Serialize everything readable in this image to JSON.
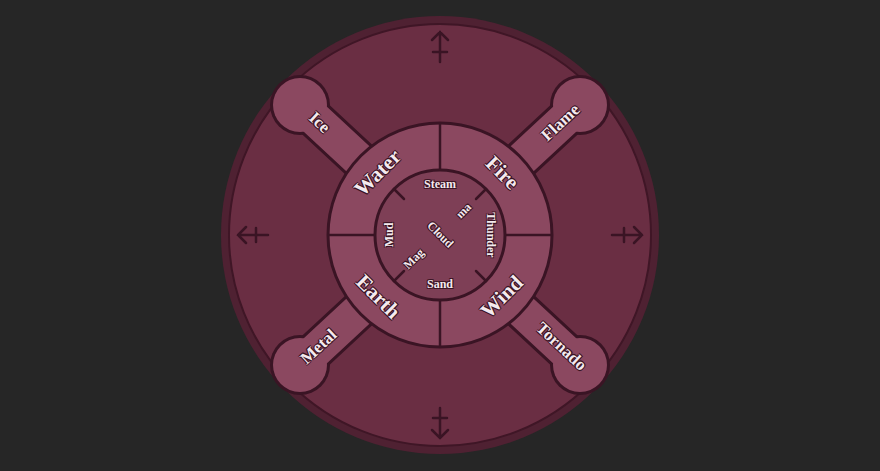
{
  "diagram": {
    "nodes": [
      {
        "text": [
          "Ice"
        ]
      },
      {
        "text": [
          "Flame"
        ]
      },
      {
        "text": [
          "Water"
        ]
      },
      {
        "text": [
          "Fire"
        ]
      },
      {
        "text": [
          "Earth"
        ]
      },
      {
        "text": [
          "Wind"
        ]
      },
      {
        "text": [
          "Metal"
        ]
      },
      {
        "text": [
          "Tornado"
        ]
      },
      {
        "text": [
          "Steam",
          "Mud",
          "Cloud",
          "Mag",
          "ma",
          "Thunder",
          "Sand"
        ]
      }
    ]
  }
}
